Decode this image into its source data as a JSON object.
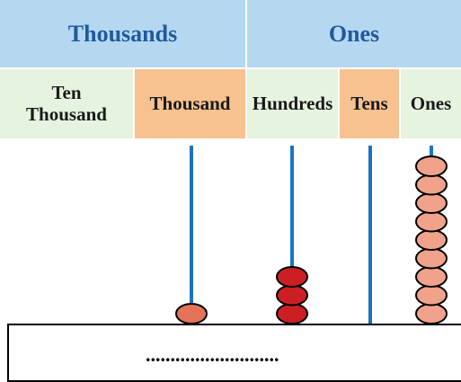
{
  "header": {
    "groups": [
      {
        "label": "Thousands"
      },
      {
        "label": "Ones"
      }
    ],
    "places": [
      {
        "label": "Ten Thousand",
        "color": "#e6f4df"
      },
      {
        "label": "Thousand",
        "color": "#f7c190"
      },
      {
        "label": "Hundreds",
        "color": "#e6f4df"
      },
      {
        "label": "Tens",
        "color": "#f7c190"
      },
      {
        "label": "Ones",
        "color": "#e6f4df"
      }
    ]
  },
  "abacus": {
    "rods": [
      {
        "place": "Thousand",
        "beads": 1,
        "bead_color": "#e4735a"
      },
      {
        "place": "Hundreds",
        "beads": 3,
        "bead_color": "#cc1f24"
      },
      {
        "place": "Tens",
        "beads": 0,
        "bead_color": "#e4735a"
      },
      {
        "place": "Ones",
        "beads": 9,
        "bead_color": "#f0a38a"
      }
    ],
    "rod_color": "#1b74c2"
  },
  "answer": {
    "blank": "..........................."
  }
}
